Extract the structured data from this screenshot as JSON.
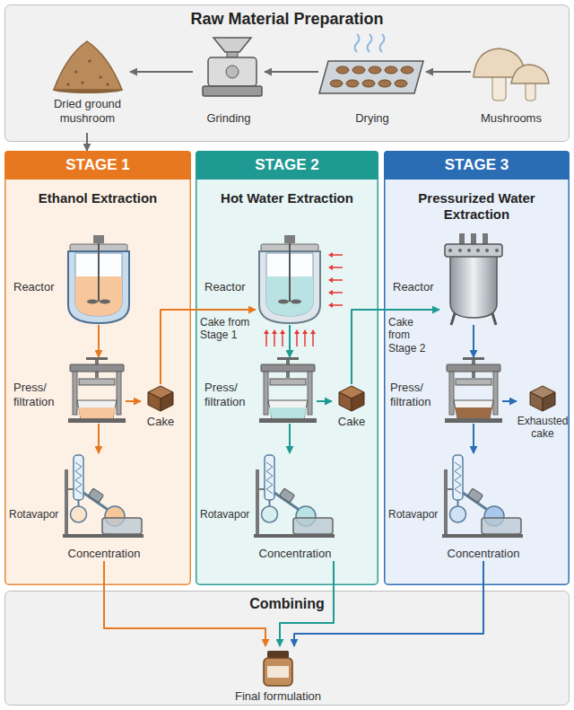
{
  "diagram": {
    "nodes": [
      {
        "text": [
          "Raw Material Preparation"
        ]
      },
      {
        "text": [
          "Dried ground mushroom"
        ],
        "in": 0
      },
      {
        "text": [
          "Grinding"
        ],
        "in": 0
      },
      {
        "text": [
          "Drying"
        ],
        "in": 0
      },
      {
        "text": [
          "Mushrooms"
        ],
        "in": 0
      },
      {
        "text": [
          "STAGE 1",
          "Ethanol Extraction"
        ]
      },
      {
        "text": [
          "Reactor"
        ],
        "in": 5
      },
      {
        "text": [
          "Press/ filtration"
        ],
        "in": 5
      },
      {
        "text": [
          "Cake"
        ],
        "in": 5
      },
      {
        "text": [
          "Rotavapor",
          "Concentration"
        ],
        "in": 5
      },
      {
        "text": [
          "STAGE 2",
          "Hot Water Extraction"
        ]
      },
      {
        "text": [
          "Reactor"
        ],
        "in": 10
      },
      {
        "text": [
          "Press/ filtration"
        ],
        "in": 10
      },
      {
        "text": [
          "Cake"
        ],
        "in": 10
      },
      {
        "text": [
          "Rotavapor",
          "Concentration"
        ],
        "in": 10
      },
      {
        "text": [
          "STAGE 3",
          "Pressurized Water Extraction"
        ]
      },
      {
        "text": [
          "Reactor"
        ],
        "in": 15
      },
      {
        "text": [
          "Press/ filtration"
        ],
        "in": 15
      },
      {
        "text": [
          "Exhausted cake"
        ],
        "in": 15
      },
      {
        "text": [
          "Rotavapor",
          "Concentration"
        ],
        "in": 15
      },
      {
        "text": [
          "Combining"
        ]
      },
      {
        "text": [
          "Final formulation"
        ],
        "in": 20
      }
    ],
    "edges": [
      {
        "from": 4,
        "to": 3,
        "arrow": "to"
      },
      {
        "from": 3,
        "to": 2,
        "arrow": "to"
      },
      {
        "from": 2,
        "to": 1,
        "arrow": "to"
      },
      {
        "from": 1,
        "to": 5,
        "arrow": "to"
      },
      {
        "from": 6,
        "to": 7,
        "arrow": "to"
      },
      {
        "from": 7,
        "to": 8,
        "arrow": "to"
      },
      {
        "from": 7,
        "to": 9,
        "arrow": "to"
      },
      {
        "from": 8,
        "to": 11,
        "label": "Cake from Stage 1",
        "arrow": "to"
      },
      {
        "from": 11,
        "to": 12,
        "arrow": "to"
      },
      {
        "from": 12,
        "to": 13,
        "arrow": "to"
      },
      {
        "from": 12,
        "to": 14,
        "arrow": "to"
      },
      {
        "from": 13,
        "to": 16,
        "label": "Cake from Stage 2",
        "arrow": "to"
      },
      {
        "from": 16,
        "to": 17,
        "arrow": "to"
      },
      {
        "from": 17,
        "to": 18,
        "arrow": "to"
      },
      {
        "from": 17,
        "to": 19,
        "arrow": "to"
      },
      {
        "from": 9,
        "to": 21,
        "arrow": "to"
      },
      {
        "from": 14,
        "to": 21,
        "arrow": "to"
      },
      {
        "from": 19,
        "to": 21,
        "arrow": "to"
      }
    ]
  }
}
